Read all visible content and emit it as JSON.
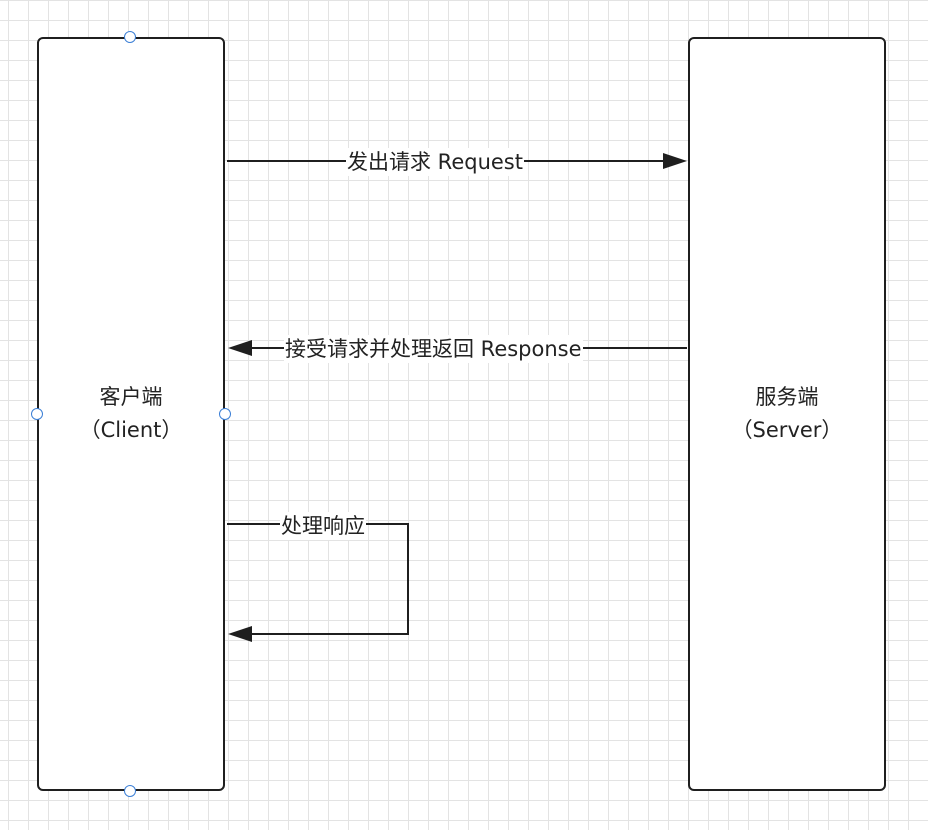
{
  "client": {
    "title": "客户端",
    "subtitle": "（Client）"
  },
  "server": {
    "title": "服务端",
    "subtitle": "（Server）"
  },
  "messages": {
    "request": "发出请求 Request",
    "response": "接受请求并处理返回 Response",
    "self_process": "处理响应"
  },
  "colors": {
    "stroke": "#1f1f1f",
    "handle": "#3b7fd6",
    "grid": "#e3e3e3"
  }
}
